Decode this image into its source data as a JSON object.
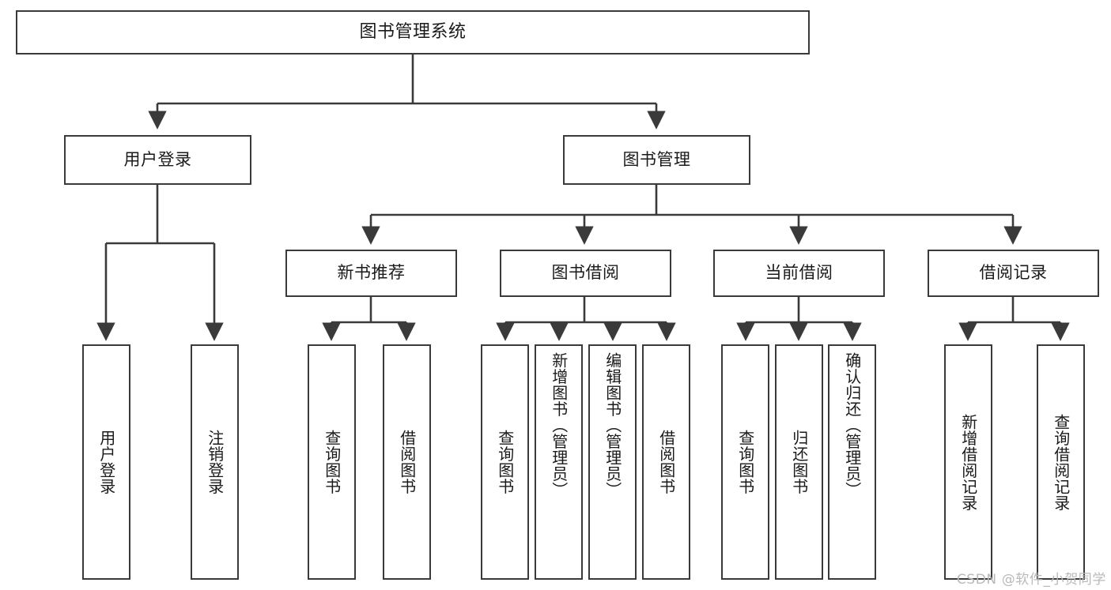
{
  "diagram": {
    "title": "图书管理系统",
    "watermark": "CSDN @软件_小贺同学",
    "accent_color": "#3a3a3a",
    "background_color": "#ffffff",
    "nodes": {
      "root": "图书管理系统",
      "user_login": "用户登录",
      "book_manage": "图书管理",
      "new_book_rec": "新书推荐",
      "book_borrow": "图书借阅",
      "current_borrow": "当前借阅",
      "borrow_record": "借阅记录",
      "leaf_user_login": "用户登录",
      "leaf_logout": "注销登录",
      "leaf_query_book_1": "查询图书",
      "leaf_borrow_book_1": "借阅图书",
      "leaf_query_book_2": "查询图书",
      "leaf_add_book_admin": "新增图书（管理员）",
      "leaf_edit_book_admin": "编辑图书（管理员）",
      "leaf_borrow_book_2": "借阅图书",
      "leaf_query_book_3": "查询图书",
      "leaf_return_book": "归还图书",
      "leaf_confirm_return_admin": "确认归还（管理员）",
      "leaf_add_record": "新增借阅记录",
      "leaf_query_record": "查询借阅记录"
    }
  }
}
